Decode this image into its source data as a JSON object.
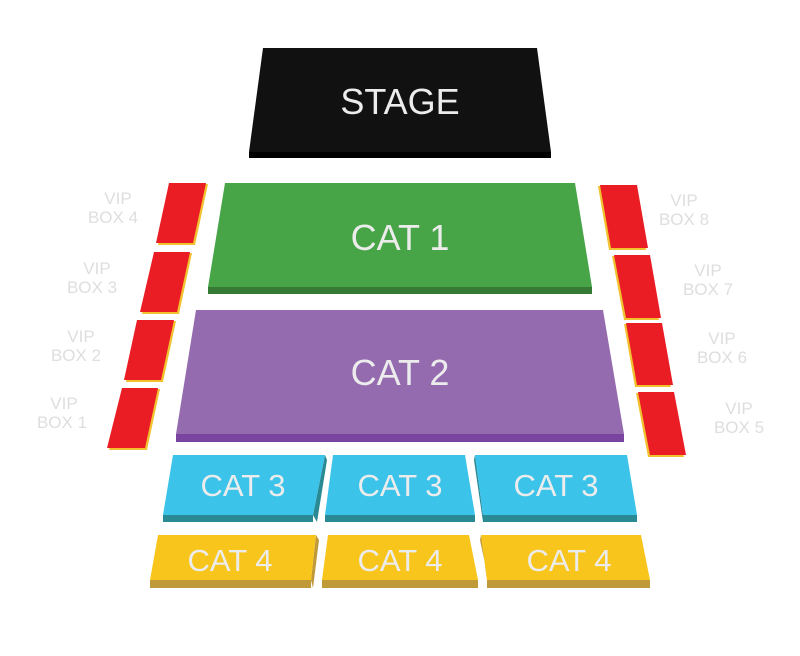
{
  "stage": {
    "label": "STAGE"
  },
  "sections": {
    "cat1": {
      "label": "CAT 1"
    },
    "cat2": {
      "label": "CAT 2"
    },
    "cat3": [
      {
        "label": "CAT 3"
      },
      {
        "label": "CAT 3"
      },
      {
        "label": "CAT 3"
      }
    ],
    "cat4": [
      {
        "label": "CAT 4"
      },
      {
        "label": "CAT 4"
      },
      {
        "label": "CAT 4"
      }
    ]
  },
  "vip_boxes": [
    {
      "line1": "VIP",
      "line2": "BOX 1"
    },
    {
      "line1": "VIP",
      "line2": "BOX 2"
    },
    {
      "line1": "VIP",
      "line2": "BOX 3"
    },
    {
      "line1": "VIP",
      "line2": "BOX 4"
    },
    {
      "line1": "VIP",
      "line2": "BOX 5"
    },
    {
      "line1": "VIP",
      "line2": "BOX 6"
    },
    {
      "line1": "VIP",
      "line2": "BOX 7"
    },
    {
      "line1": "VIP",
      "line2": "BOX 8"
    }
  ],
  "colors": {
    "stage": "#111111",
    "cat1": "#47a447",
    "cat2": "#956bb0",
    "cat3": "#3cc3ea",
    "cat4": "#f8c51c",
    "vip": "#ea1c24"
  }
}
